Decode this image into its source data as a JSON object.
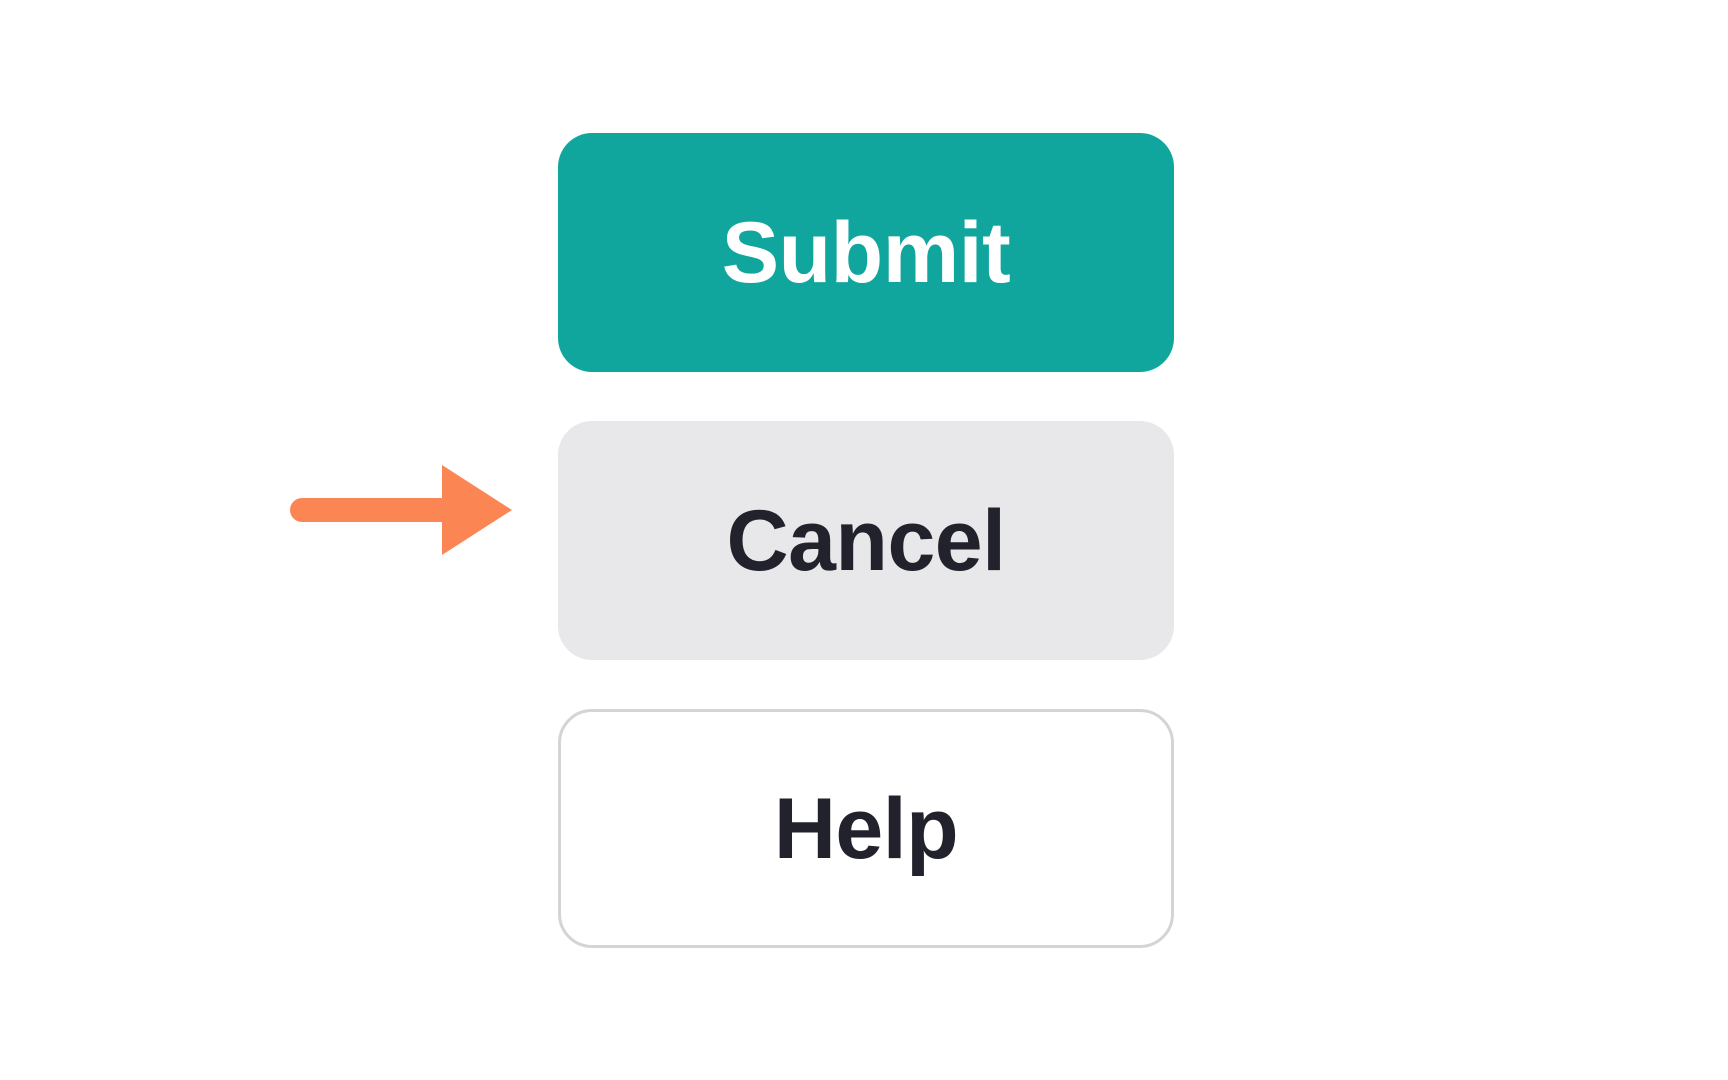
{
  "page": {
    "background_color": "#ffffff"
  },
  "buttons": [
    {
      "label": "Submit",
      "style": "primary",
      "background_color": "#10a69d",
      "text_color": "#ffffff"
    },
    {
      "label": "Cancel",
      "style": "secondary",
      "background_color": "#e8e8ea",
      "text_color": "#21222b"
    },
    {
      "label": "Help",
      "style": "outline",
      "background_color": "#ffffff",
      "text_color": "#21222b",
      "border_color": "#d4d4d6"
    }
  ],
  "annotation": {
    "type": "arrow",
    "icon": "arrow-right-icon",
    "color": "#fb8654",
    "points_to": "Cancel"
  }
}
